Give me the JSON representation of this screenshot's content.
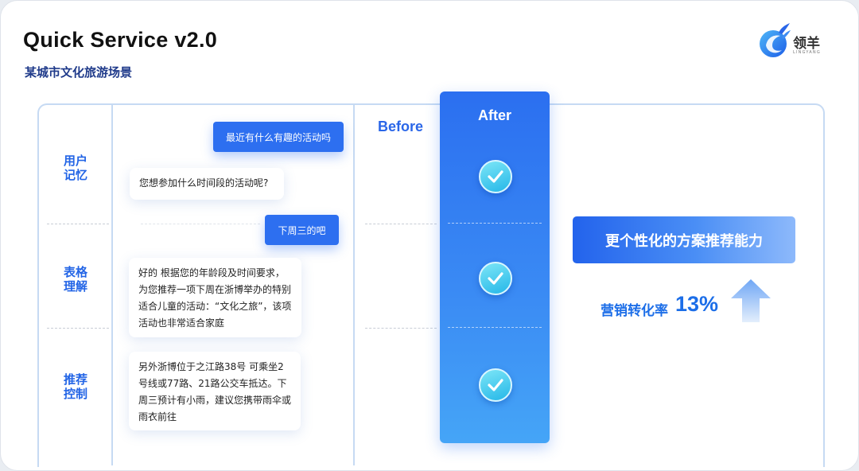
{
  "header": {
    "title": "Quick Service v2.0",
    "subtitle": "某城市文化旅游场景"
  },
  "logo": {
    "name": "领羊",
    "tagline": "LINGYANG"
  },
  "rows": [
    {
      "label": "用户\n记忆"
    },
    {
      "label": "表格\n理解"
    },
    {
      "label": "推荐\n控制"
    }
  ],
  "chat": {
    "user_1": "最近有什么有趣的活动吗",
    "bot_1": "您想参加什么时间段的活动呢?",
    "user_2": "下周三的吧",
    "bot_2": "好的 根据您的年龄段及时间要求，为您推荐一项下周在浙博举办的特别适合儿童的活动：“文化之旅”，该项活动也非常适合家庭",
    "bot_3": "另外浙博位于之江路38号 可乘坐2号线或77路、21路公交车抵达。下周三预计有小雨，建议您携带雨伞或雨衣前往"
  },
  "compare": {
    "before_label": "Before",
    "after_label": "After",
    "after_checks": [
      "check",
      "check",
      "check"
    ]
  },
  "result": {
    "capability": "更个性化的方案推荐能力",
    "conversion_label": "营销转化率",
    "conversion_value": "13%"
  },
  "colors": {
    "accent": "#2d6ff0",
    "label": "#2365e6",
    "frame": "#c6daf3"
  }
}
